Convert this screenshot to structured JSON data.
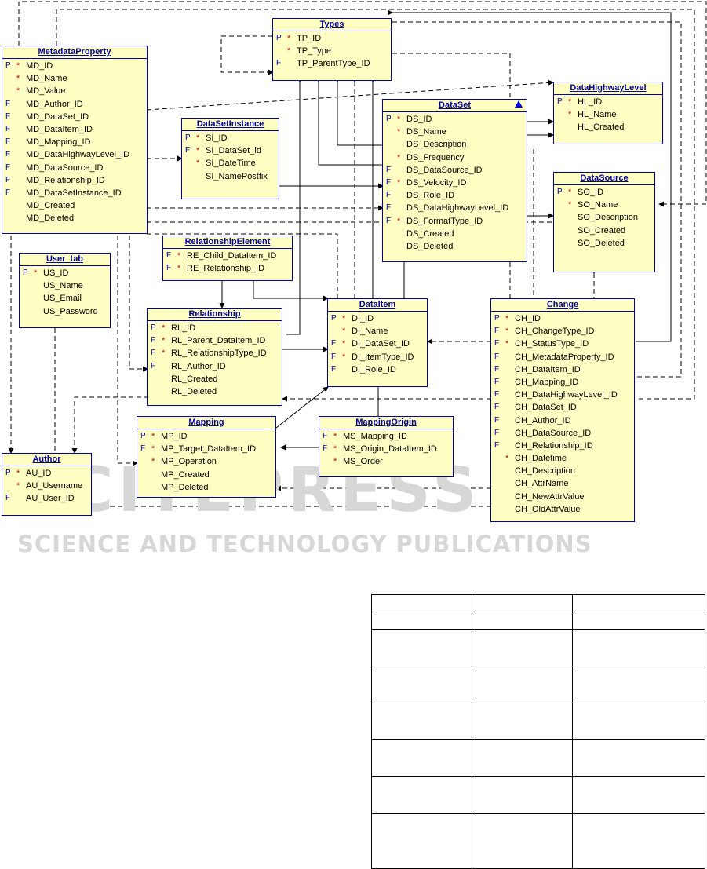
{
  "watermark": {
    "main": "SCITEPRESS",
    "sub": "SCIENCE AND TECHNOLOGY PUBLICATIONS"
  },
  "entities": {
    "metadataproperty": {
      "title": "MetadataProperty",
      "attrs": [
        {
          "key": "P",
          "mand": "*",
          "name": "MD_ID"
        },
        {
          "key": "",
          "mand": "*",
          "name": "MD_Name"
        },
        {
          "key": "",
          "mand": "*",
          "name": "MD_Value"
        },
        {
          "key": "F",
          "mand": "",
          "name": "MD_Author_ID"
        },
        {
          "key": "F",
          "mand": "",
          "name": "MD_DataSet_ID"
        },
        {
          "key": "F",
          "mand": "",
          "name": "MD_DataItem_ID"
        },
        {
          "key": "F",
          "mand": "",
          "name": "MD_Mapping_ID"
        },
        {
          "key": "F",
          "mand": "",
          "name": "MD_DataHighwayLevel_ID"
        },
        {
          "key": "F",
          "mand": "",
          "name": "MD_DataSource_ID"
        },
        {
          "key": "F",
          "mand": "",
          "name": "MD_Relationship_ID"
        },
        {
          "key": "F",
          "mand": "",
          "name": "MD_DataSetInstance_ID"
        },
        {
          "key": "",
          "mand": "",
          "name": "MD_Created"
        },
        {
          "key": "",
          "mand": "",
          "name": "MD_Deleted"
        }
      ]
    },
    "types": {
      "title": "Types",
      "attrs": [
        {
          "key": "P",
          "mand": "*",
          "name": "TP_ID"
        },
        {
          "key": "",
          "mand": "*",
          "name": "TP_Type"
        },
        {
          "key": "F",
          "mand": "",
          "name": "TP_ParentType_ID"
        }
      ]
    },
    "datahighwaylevel": {
      "title": "DataHighwayLevel",
      "attrs": [
        {
          "key": "P",
          "mand": "*",
          "name": "HL_ID"
        },
        {
          "key": "",
          "mand": "*",
          "name": "HL_Name"
        },
        {
          "key": "",
          "mand": "",
          "name": "HL_Created"
        }
      ]
    },
    "dataset": {
      "title": "DataSet",
      "attrs": [
        {
          "key": "P",
          "mand": "*",
          "name": "DS_ID"
        },
        {
          "key": "",
          "mand": "*",
          "name": "DS_Name"
        },
        {
          "key": "",
          "mand": "",
          "name": "DS_Description"
        },
        {
          "key": "",
          "mand": "*",
          "name": "DS_Frequency"
        },
        {
          "key": "F",
          "mand": "",
          "name": "DS_DataSource_ID"
        },
        {
          "key": "F",
          "mand": "*",
          "name": "DS_Velocity_ID"
        },
        {
          "key": "F",
          "mand": "",
          "name": "DS_Role_ID"
        },
        {
          "key": "F",
          "mand": "",
          "name": "DS_DataHighwayLevel_ID"
        },
        {
          "key": "F",
          "mand": "*",
          "name": "DS_FormatType_ID"
        },
        {
          "key": "",
          "mand": "",
          "name": "DS_Created"
        },
        {
          "key": "",
          "mand": "",
          "name": "DS_Deleted"
        }
      ]
    },
    "datasetinstance": {
      "title": "DataSetInstance",
      "attrs": [
        {
          "key": "P",
          "mand": "*",
          "name": "SI_ID"
        },
        {
          "key": "F",
          "mand": "*",
          "name": "SI_DataSet_id"
        },
        {
          "key": "",
          "mand": "*",
          "name": "SI_DateTime"
        },
        {
          "key": "",
          "mand": "",
          "name": "SI_NamePostfix"
        }
      ]
    },
    "datasource": {
      "title": "DataSource",
      "attrs": [
        {
          "key": "P",
          "mand": "*",
          "name": "SO_ID"
        },
        {
          "key": "",
          "mand": "*",
          "name": "SO_Name"
        },
        {
          "key": "",
          "mand": "",
          "name": "SO_Description"
        },
        {
          "key": "",
          "mand": "",
          "name": "SO_Created"
        },
        {
          "key": "",
          "mand": "",
          "name": "SO_Deleted"
        }
      ]
    },
    "relationshipelement": {
      "title": "RelationshipElement",
      "attrs": [
        {
          "key": "F",
          "mand": "*",
          "name": "RE_Child_DataItem_ID"
        },
        {
          "key": "F",
          "mand": "*",
          "name": "RE_Relationship_ID"
        }
      ]
    },
    "user_tab": {
      "title": "User_tab",
      "attrs": [
        {
          "key": "P",
          "mand": "*",
          "name": "US_ID"
        },
        {
          "key": "",
          "mand": "",
          "name": "US_Name"
        },
        {
          "key": "",
          "mand": "",
          "name": "US_Email"
        },
        {
          "key": "",
          "mand": "",
          "name": "US_Password"
        }
      ]
    },
    "relationship": {
      "title": "Relationship",
      "attrs": [
        {
          "key": "P",
          "mand": "*",
          "name": "RL_ID"
        },
        {
          "key": "F",
          "mand": "*",
          "name": "RL_Parent_DataItem_ID"
        },
        {
          "key": "F",
          "mand": "*",
          "name": "RL_RelationshipType_ID"
        },
        {
          "key": "F",
          "mand": "",
          "name": "RL_Author_ID"
        },
        {
          "key": "",
          "mand": "",
          "name": "RL_Created"
        },
        {
          "key": "",
          "mand": "",
          "name": "RL_Deleted"
        }
      ]
    },
    "dataitem": {
      "title": "DataItem",
      "attrs": [
        {
          "key": "P",
          "mand": "*",
          "name": "DI_ID"
        },
        {
          "key": "",
          "mand": "*",
          "name": "DI_Name"
        },
        {
          "key": "F",
          "mand": "*",
          "name": "DI_DataSet_ID"
        },
        {
          "key": "F",
          "mand": "*",
          "name": "DI_ItemType_ID"
        },
        {
          "key": "F",
          "mand": "",
          "name": "DI_Role_ID"
        }
      ]
    },
    "change": {
      "title": "Change",
      "attrs": [
        {
          "key": "P",
          "mand": "*",
          "name": "CH_ID"
        },
        {
          "key": "F",
          "mand": "*",
          "name": "CH_ChangeType_ID"
        },
        {
          "key": "F",
          "mand": "*",
          "name": "CH_StatusType_ID"
        },
        {
          "key": "F",
          "mand": "",
          "name": "CH_MetadataProperty_ID"
        },
        {
          "key": "F",
          "mand": "",
          "name": "CH_DataItem_ID"
        },
        {
          "key": "F",
          "mand": "",
          "name": "CH_Mapping_ID"
        },
        {
          "key": "F",
          "mand": "",
          "name": "CH_DataHighwayLevel_ID"
        },
        {
          "key": "F",
          "mand": "",
          "name": "CH_DataSet_ID"
        },
        {
          "key": "F",
          "mand": "",
          "name": "CH_Author_ID"
        },
        {
          "key": "F",
          "mand": "",
          "name": "CH_DataSource_ID"
        },
        {
          "key": "F",
          "mand": "",
          "name": "CH_Relationship_ID"
        },
        {
          "key": "",
          "mand": "*",
          "name": "CH_Datetime"
        },
        {
          "key": "",
          "mand": "",
          "name": "CH_Description"
        },
        {
          "key": "",
          "mand": "",
          "name": "CH_AttrName"
        },
        {
          "key": "",
          "mand": "",
          "name": "CH_NewAttrValue"
        },
        {
          "key": "",
          "mand": "",
          "name": "CH_OldAttrValue"
        }
      ]
    },
    "mapping": {
      "title": "Mapping",
      "attrs": [
        {
          "key": "P",
          "mand": "*",
          "name": "MP_ID"
        },
        {
          "key": "F",
          "mand": "*",
          "name": "MP_Target_DataItem_ID"
        },
        {
          "key": "",
          "mand": "*",
          "name": "MP_Operation"
        },
        {
          "key": "",
          "mand": "",
          "name": "MP_Created"
        },
        {
          "key": "",
          "mand": "",
          "name": "MP_Deleted"
        }
      ]
    },
    "mappingorigin": {
      "title": "MappingOrigin",
      "attrs": [
        {
          "key": "F",
          "mand": "*",
          "name": "MS_Mapping_ID"
        },
        {
          "key": "F",
          "mand": "*",
          "name": "MS_Origin_DataItem_ID"
        },
        {
          "key": "",
          "mand": "*",
          "name": "MS_Order"
        }
      ]
    },
    "author": {
      "title": "Author",
      "attrs": [
        {
          "key": "P",
          "mand": "*",
          "name": "AU_ID"
        },
        {
          "key": "",
          "mand": "*",
          "name": "AU_Username"
        },
        {
          "key": "F",
          "mand": "",
          "name": "AU_User_ID"
        }
      ]
    }
  },
  "colors": {
    "entity_fill": "#ffffc4",
    "entity_border": "#0000a0",
    "title_text": "#0000a0",
    "mandatory": "#cc0000",
    "watermark": "#d7d7d7"
  }
}
